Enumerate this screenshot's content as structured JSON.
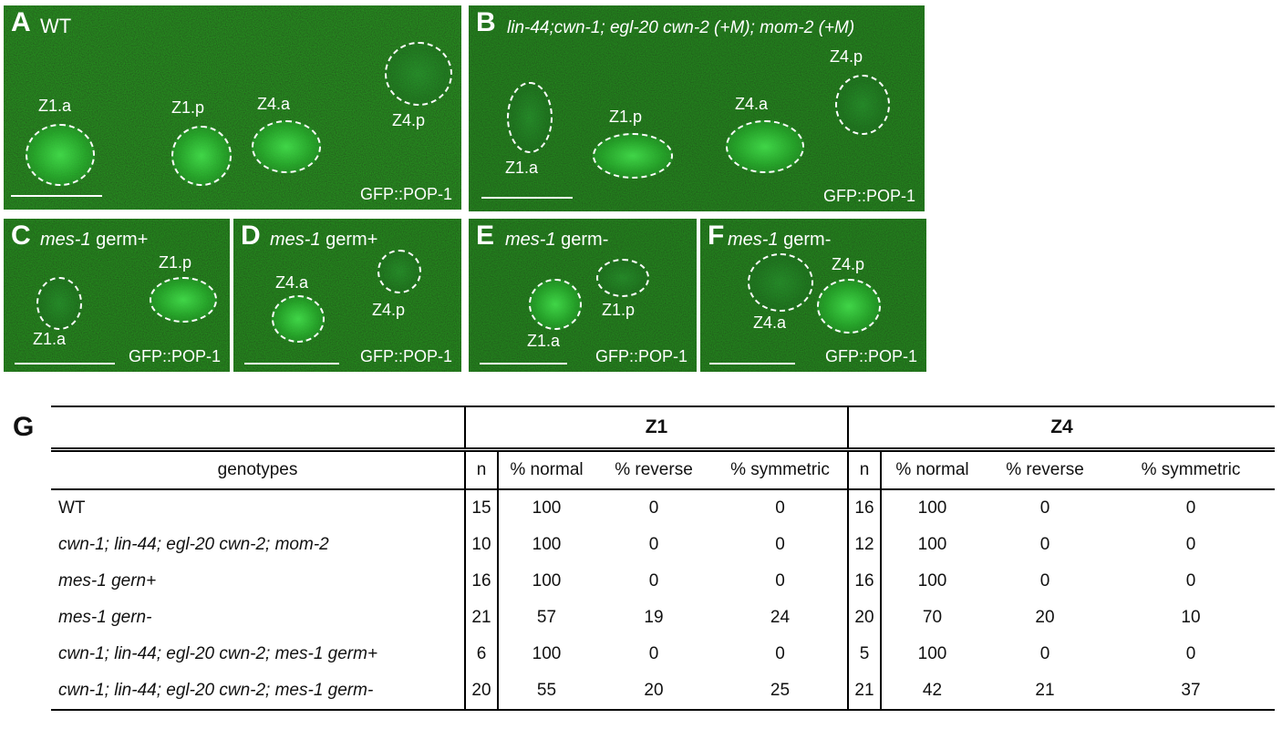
{
  "panels": [
    {
      "letter": "A",
      "title": "WT",
      "stain": "GFP::POP-1",
      "nuclei": [
        {
          "label": "Z1.a"
        },
        {
          "label": "Z1.p"
        },
        {
          "label": "Z4.a"
        },
        {
          "label": "Z4.p"
        }
      ]
    },
    {
      "letter": "B",
      "title": "lin-44;cwn-1; egl-20 cwn-2 (+M); mom-2 (+M)",
      "stain": "GFP::POP-1",
      "nuclei": [
        {
          "label": "Z1.a"
        },
        {
          "label": "Z1.p"
        },
        {
          "label": "Z4.a"
        },
        {
          "label": "Z4.p"
        }
      ]
    },
    {
      "letter": "C",
      "title_gene": "mes-1",
      "title_rest": " germ+",
      "stain": "GFP::POP-1",
      "nuclei": [
        {
          "label": "Z1.a"
        },
        {
          "label": "Z1.p"
        }
      ]
    },
    {
      "letter": "D",
      "title_gene": "mes-1",
      "title_rest": " germ+",
      "stain": "GFP::POP-1",
      "nuclei": [
        {
          "label": "Z4.a"
        },
        {
          "label": "Z4.p"
        }
      ]
    },
    {
      "letter": "E",
      "title_gene": "mes-1",
      "title_rest": " germ-",
      "stain": "GFP::POP-1",
      "nuclei": [
        {
          "label": "Z1.a"
        },
        {
          "label": "Z1.p"
        }
      ]
    },
    {
      "letter": "F",
      "title_gene": "mes-1",
      "title_rest": " germ-",
      "stain": "GFP::POP-1",
      "nuclei": [
        {
          "label": "Z4.a"
        },
        {
          "label": "Z4.p"
        }
      ]
    }
  ],
  "table": {
    "letter": "G",
    "groups": [
      "Z1",
      "Z4"
    ],
    "genotypes_header": "genotypes",
    "sub_headers": [
      "n",
      "% normal",
      "% reverse",
      "% symmetric"
    ],
    "rows": [
      {
        "genotype": "WT",
        "italic": false,
        "z1": [
          "15",
          "100",
          "0",
          "0"
        ],
        "z4": [
          "16",
          "100",
          "0",
          "0"
        ]
      },
      {
        "genotype": "cwn-1; lin-44; egl-20 cwn-2; mom-2",
        "italic": true,
        "z1": [
          "10",
          "100",
          "0",
          "0"
        ],
        "z4": [
          "12",
          "100",
          "0",
          "0"
        ]
      },
      {
        "genotype": "mes-1 gern+",
        "italic": true,
        "z1": [
          "16",
          "100",
          "0",
          "0"
        ],
        "z4": [
          "16",
          "100",
          "0",
          "0"
        ]
      },
      {
        "genotype": "mes-1 gern-",
        "italic": true,
        "z1": [
          "21",
          "57",
          "19",
          "24"
        ],
        "z4": [
          "20",
          "70",
          "20",
          "10"
        ]
      },
      {
        "genotype": "cwn-1; lin-44; egl-20 cwn-2; mes-1 germ+",
        "italic": true,
        "z1": [
          "6",
          "100",
          "0",
          "0"
        ],
        "z4": [
          "5",
          "100",
          "0",
          "0"
        ]
      },
      {
        "genotype": "cwn-1; lin-44; egl-20 cwn-2; mes-1 germ-",
        "italic": true,
        "z1": [
          "20",
          "55",
          "20",
          "25"
        ],
        "z4": [
          "21",
          "42",
          "21",
          "37"
        ]
      }
    ]
  }
}
